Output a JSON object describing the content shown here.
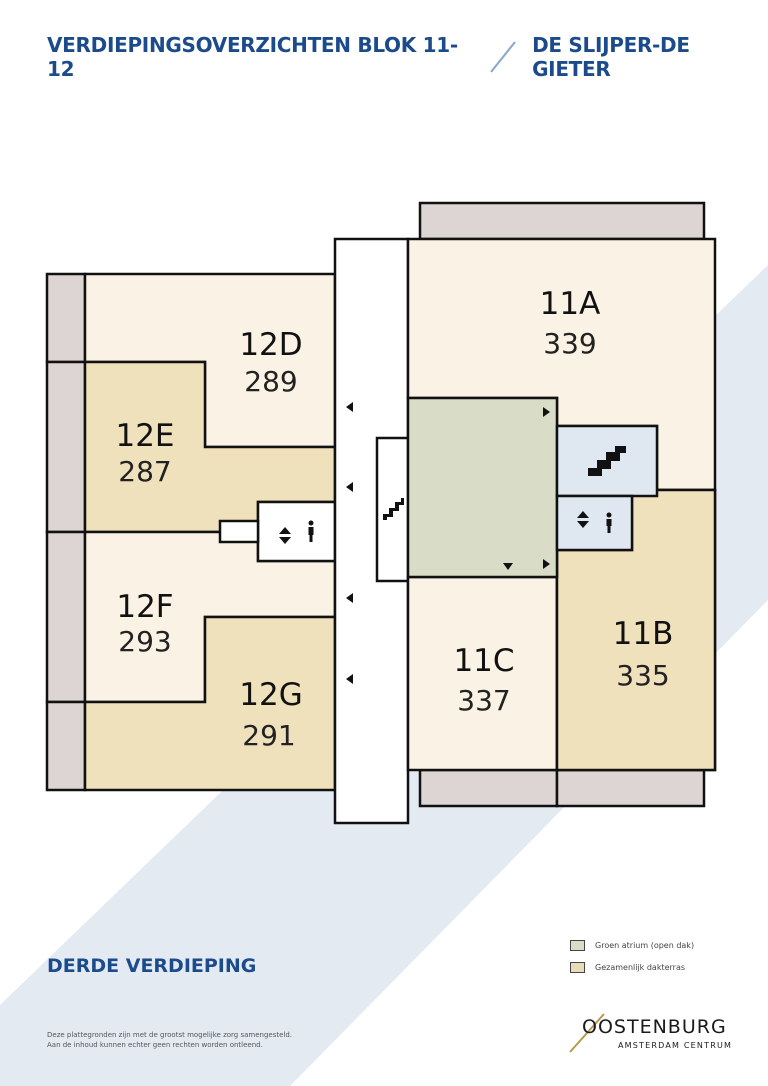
{
  "header": {
    "left_title": "VERDIEPINGSOVERZICHTEN BLOK 11-12",
    "right_title": "DE SLIJPER-DE GIETER"
  },
  "floor": {
    "name": "DERDE VERDIEPING"
  },
  "units": {
    "12D": {
      "code": "12D",
      "area": "289"
    },
    "12E": {
      "code": "12E",
      "area": "287"
    },
    "12F": {
      "code": "12F",
      "area": "293"
    },
    "12G": {
      "code": "12G",
      "area": "291"
    },
    "11A": {
      "code": "11A",
      "area": "339"
    },
    "11B": {
      "code": "11B",
      "area": "335"
    },
    "11C": {
      "code": "11C",
      "area": "337"
    }
  },
  "legend": {
    "atrium": {
      "label": "Groen atrium (open dak)",
      "color": "#d9dcc6"
    },
    "terrace": {
      "label": "Gezamenlijk dakterras",
      "color": "#e9dcb9"
    }
  },
  "disclaimer": {
    "line1": "Deze plattegronden zijn met de grootst mogelijke zorg samengesteld.",
    "line2": "Aan de inhoud kunnen echter geen rechten worden ontleend."
  },
  "brand": {
    "name": "OOSTENBURG",
    "subtitle": "AMSTERDAM CENTRUM"
  },
  "colors": {
    "brand_blue": "#1c4b8c",
    "unit_light": "#faf3e5",
    "unit_dark": "#f0e1bd",
    "balcony": "#dcd5d3",
    "core_blue": "#dfe7f0",
    "stripe": "#e3eaf2"
  },
  "icons": [
    "lift-arrows-icon",
    "person-icon",
    "stairs-icon",
    "arrow-left-icon",
    "arrow-right-icon",
    "arrow-down-icon"
  ]
}
